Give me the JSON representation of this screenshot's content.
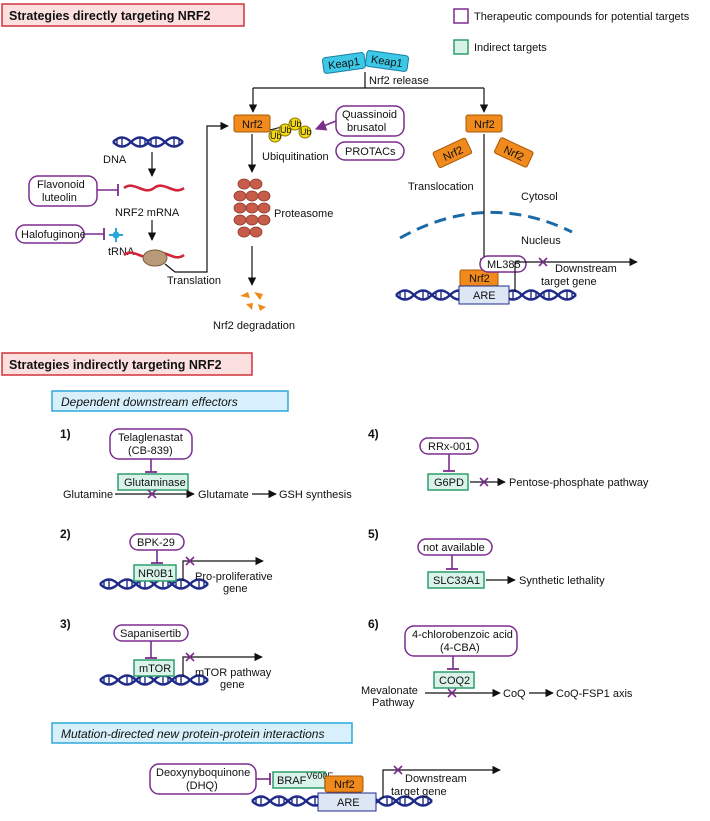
{
  "section1": {
    "title": "Strategies directly targeting NRF2"
  },
  "legend": {
    "therapeutic": "Therapeutic compounds for potential targets",
    "indirect": "Indirect targets"
  },
  "direct": {
    "keap1": "Keap1",
    "nrf2_release": "Nrf2 release",
    "nrf2": "Nrf2",
    "ub": "Ub",
    "ubiquitination": "Ubiquitination",
    "quassinoid_line1": "Quassinoid",
    "quassinoid_line2": "brusatol",
    "protacs": "PROTACs",
    "proteasome": "Proteasome",
    "nrf2_degradation": "Nrf2 degradation",
    "dna": "DNA",
    "flavonoid_line1": "Flavonoid",
    "flavonoid_line2": "luteolin",
    "nrf2_mrna": "NRF2 mRNA",
    "halofuginone": "Halofuginone",
    "trna": "tRNA",
    "translation": "Translation",
    "translocation": "Translocation",
    "cytosol": "Cytosol",
    "nucleus": "Nucleus",
    "ml385": "ML385",
    "are": "ARE",
    "downstream_line1": "Downstream",
    "downstream_line2": "target gene"
  },
  "section2": {
    "title": "Strategies indirectly targeting NRF2"
  },
  "dependent": {
    "title": "Dependent downstream effectors",
    "items": {
      "n1": "1)",
      "n2": "2)",
      "n3": "3)",
      "n4": "4)",
      "n5": "5)",
      "n6": "6)",
      "telaglenastat_line1": "Telaglenastat",
      "telaglenastat_line2": "(CB-839)",
      "glutaminase": "Glutaminase",
      "glutamine": "Glutamine",
      "glutamate": "Glutamate",
      "gsh": "GSH synthesis",
      "bpk29": "BPK-29",
      "nr0b1": "NR0B1",
      "proprolif_line1": "Pro-proliferative",
      "proprolif_line2": "gene",
      "sapanisertib": "Sapanisertib",
      "mtor": "mTOR",
      "mtor_path_line1": "mTOR pathway",
      "mtor_path_line2": "gene",
      "rrx001": "RRx-001",
      "g6pd": "G6PD",
      "ppp": "Pentose-phosphate pathway",
      "not_available": "not available",
      "slc33a1": "SLC33A1",
      "synthetic_lethality": "Synthetic lethality",
      "cba_line1": "4-chlorobenzoic acid",
      "cba_line2": "(4-CBA)",
      "coq2": "COQ2",
      "mevalonate_line1": "Mevalonate",
      "mevalonate_line2": "Pathway",
      "coq": "CoQ",
      "coq_fsp1": "CoQ-FSP1 axis"
    }
  },
  "mutation": {
    "title": "Mutation-directed new protein-protein interactions",
    "dhq_line1": "Deoxynyboquinone",
    "dhq_line2": "(DHQ)",
    "braf": "BRAF",
    "braf_sup": "V600E",
    "nrf2": "Nrf2",
    "are": "ARE",
    "downstream_line1": "Downstream",
    "downstream_line2": "target gene"
  },
  "colors": {
    "purple": "#7b2d8e",
    "orange": "#f08a1c",
    "cyan": "#3cc8e6",
    "green_border": "#2e9e6a",
    "green_fill": "#d9f3ea",
    "red_box_border": "#d2333a",
    "red_box_fill": "#fbe0df",
    "blue_box_border": "#2fa8d8",
    "blue_box_fill": "#d7f0fb",
    "dna": "#1f2b8a",
    "proteasome": "#c85c4a"
  }
}
